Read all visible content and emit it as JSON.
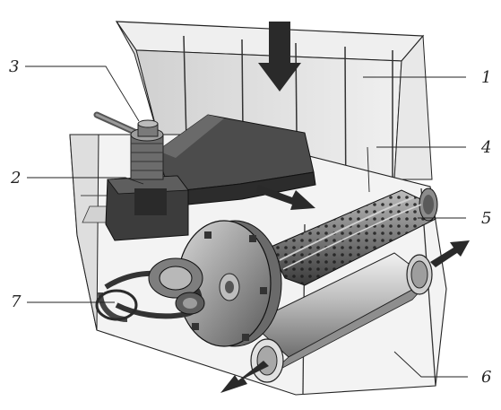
{
  "figure": {
    "subject": "machine-cutaway-illustration",
    "callouts": [
      {
        "id": "1",
        "label": "1"
      },
      {
        "id": "2",
        "label": "2"
      },
      {
        "id": "3",
        "label": "3"
      },
      {
        "id": "4",
        "label": "4"
      },
      {
        "id": "5",
        "label": "5"
      },
      {
        "id": "6",
        "label": "6"
      },
      {
        "id": "7",
        "label": "7"
      }
    ],
    "colors": {
      "ink": "#222222",
      "panel": "#e6e6e6",
      "panel_dark": "#bdbdbd",
      "metal_dark": "#4a4a4a",
      "metal_mid": "#8a8a8a",
      "metal_light": "#cfcfcf",
      "arrow": "#2a2a2a"
    }
  }
}
